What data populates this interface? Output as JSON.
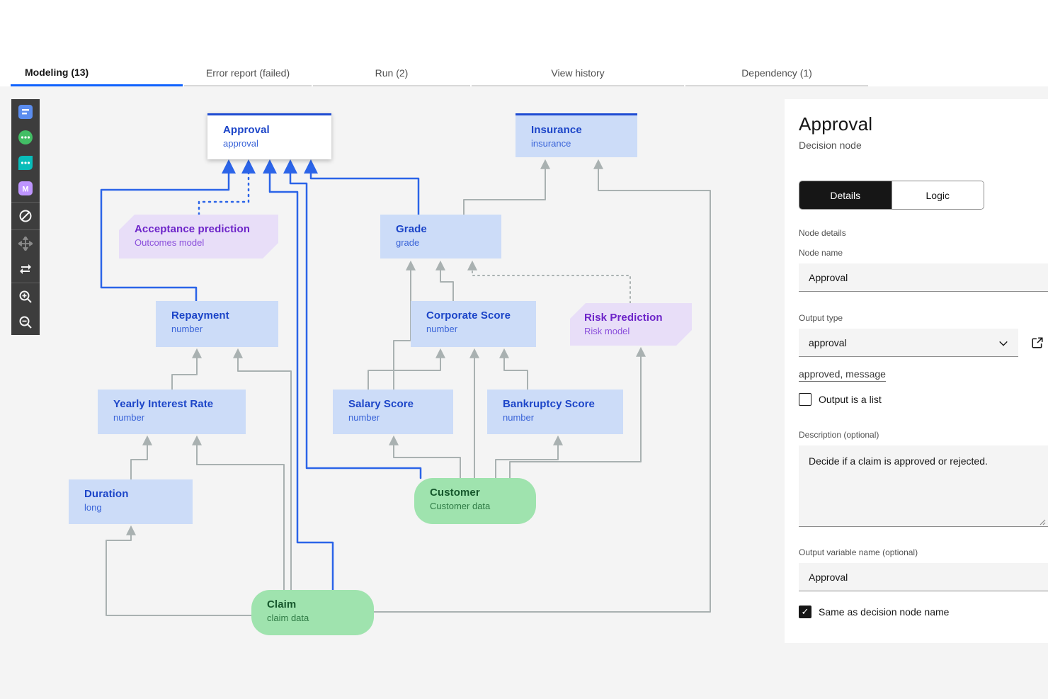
{
  "tabs": [
    {
      "label": "Modeling (13)",
      "active": true
    },
    {
      "label": "Error report (failed)",
      "active": false
    },
    {
      "label": "Run (2)",
      "active": false
    },
    {
      "label": "View history",
      "active": false
    },
    {
      "label": "Dependency (1)",
      "active": false
    }
  ],
  "toolbar": {
    "icons": [
      "decision-table",
      "data-node",
      "function-node",
      "model-node",
      "disable",
      "move",
      "auto-layout",
      "zoom-in",
      "zoom-out"
    ]
  },
  "diagram": {
    "nodes": [
      {
        "title": "Approval",
        "subtitle": "approval"
      },
      {
        "title": "Insurance",
        "subtitle": "insurance"
      },
      {
        "title": "Acceptance prediction",
        "subtitle": "Outcomes model"
      },
      {
        "title": "Grade",
        "subtitle": "grade"
      },
      {
        "title": "Repayment",
        "subtitle": "number"
      },
      {
        "title": "Corporate Score",
        "subtitle": "number"
      },
      {
        "title": "Risk Prediction",
        "subtitle": "Risk model"
      },
      {
        "title": "Yearly Interest Rate",
        "subtitle": "number"
      },
      {
        "title": "Salary Score",
        "subtitle": "number"
      },
      {
        "title": "Bankruptcy Score",
        "subtitle": "number"
      },
      {
        "title": "Duration",
        "subtitle": "long"
      },
      {
        "title": "Customer",
        "subtitle": "Customer data"
      },
      {
        "title": "Claim",
        "subtitle": "claim data"
      }
    ]
  },
  "panel": {
    "title": "Approval",
    "subtitle": "Decision node",
    "tab_details": "Details",
    "tab_logic": "Logic",
    "section_label": "Node details",
    "node_name_label": "Node name",
    "node_name_value": "Approval",
    "output_type_label": "Output type",
    "output_type_value": "approval",
    "output_type_link": "approved, message",
    "output_is_list_label": "Output is a list",
    "output_is_list_checked": false,
    "description_label": "Description (optional)",
    "description_value": "Decide if a claim is approved or rejected.",
    "output_variable_label": "Output variable name (optional)",
    "output_variable_value": "Approval",
    "same_as_label": "Same as decision node name",
    "same_as_checked": true,
    "check_glyph": "✓"
  },
  "colors": {
    "accent": "#0f62fe",
    "edge_blue": "#2b64e8",
    "edge_gray": "#a9b1b1",
    "node_blue_bg": "#ccdcf8",
    "node_model_bg": "#e8def8",
    "node_data_bg": "#9fe3ae"
  }
}
